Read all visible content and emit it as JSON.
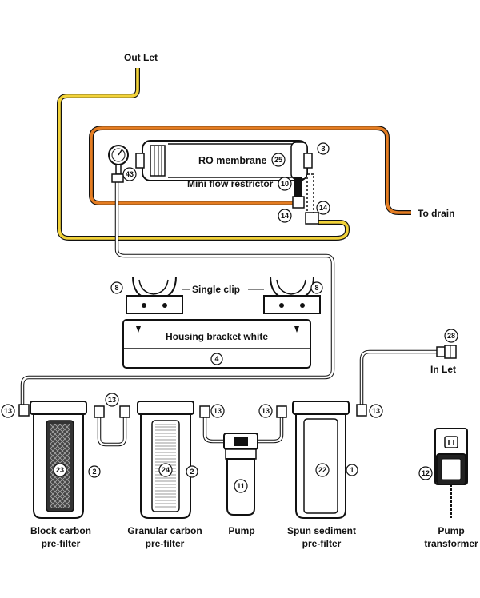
{
  "labels": {
    "outlet": "Out Let",
    "to_drain": "To drain",
    "ro_membrane": "RO membrane",
    "mini_flow_restrictor": "Mini flow restrictor",
    "single_clip": "Single clip",
    "housing_bracket": "Housing bracket white",
    "inlet": "In Let",
    "block_carbon_1": "Block carbon",
    "block_carbon_2": "pre-filter",
    "granular_carbon_1": "Granular carbon",
    "granular_carbon_2": "pre-filter",
    "pump": "Pump",
    "spun_sediment_1": "Spun sediment",
    "spun_sediment_2": "pre-filter",
    "pump_transformer_1": "Pump",
    "pump_transformer_2": "transformer"
  },
  "callouts": {
    "ro_cap": "3",
    "ro_membrane": "25",
    "gauge": "43",
    "restrictor": "10",
    "elbow_left": "14",
    "elbow_right": "14",
    "clip_left": "8",
    "clip_right": "8",
    "bracket": "4",
    "inlet_valve": "28",
    "fit_left_outer": "13",
    "fit_mid_top": "13",
    "fit_mid_right": "13",
    "fit_pump_in": "13",
    "fit_right_outer": "13",
    "housing_block": "2",
    "filter_block": "23",
    "housing_granular": "2",
    "filter_granular": "24",
    "pump": "11",
    "filter_spun": "22",
    "housing_spun": "1",
    "transformer": "12"
  },
  "colors": {
    "outlet_tube": "#f2d33a",
    "drain_tube": "#e57d22",
    "line": "#111111"
  }
}
